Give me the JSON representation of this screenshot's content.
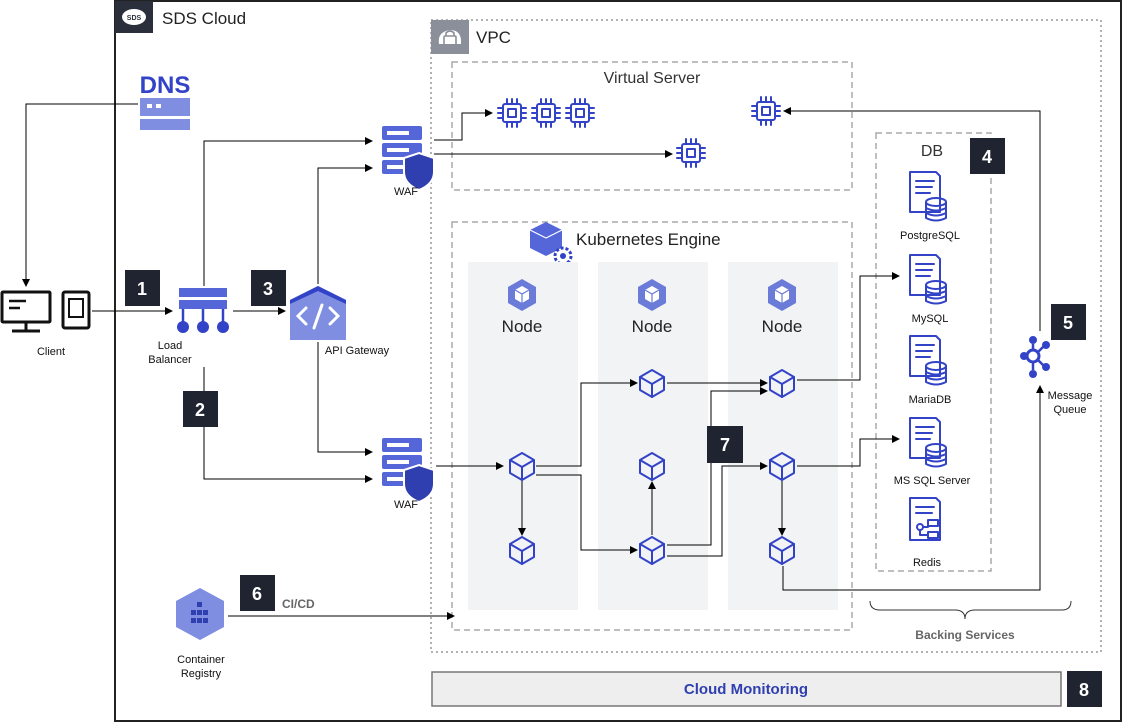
{
  "title": "SDS Cloud",
  "sds_logo_text": "SDS",
  "vpc_label": "VPC",
  "dns_label": "DNS",
  "virtual_server_label": "Virtual Server",
  "kubernetes_label": "Kubernetes Engine",
  "db_label": "DB",
  "node_label": "Node",
  "client_label": "Client",
  "load_balancer_label_line1": "Load",
  "load_balancer_label_line2": "Balancer",
  "api_gateway_label": "API Gateway",
  "waf_label": "WAF",
  "databases": [
    "PostgreSQL",
    "MySQL",
    "MariaDB",
    "MS SQL Server",
    "Redis"
  ],
  "message_queue_line1": "Message",
  "message_queue_line2": "Queue",
  "cicd_label": "CI/CD",
  "container_registry_line1": "Container",
  "container_registry_line2": "Registry",
  "backing_services_label": "Backing Services",
  "cloud_monitoring_label": "Cloud Monitoring",
  "badges": [
    "1",
    "2",
    "3",
    "4",
    "5",
    "6",
    "7",
    "8"
  ],
  "colors": {
    "icon": "#3343c7",
    "badge": "#1f2430",
    "panel": "#f2f3f5",
    "dashed": "#aaaaaa"
  }
}
